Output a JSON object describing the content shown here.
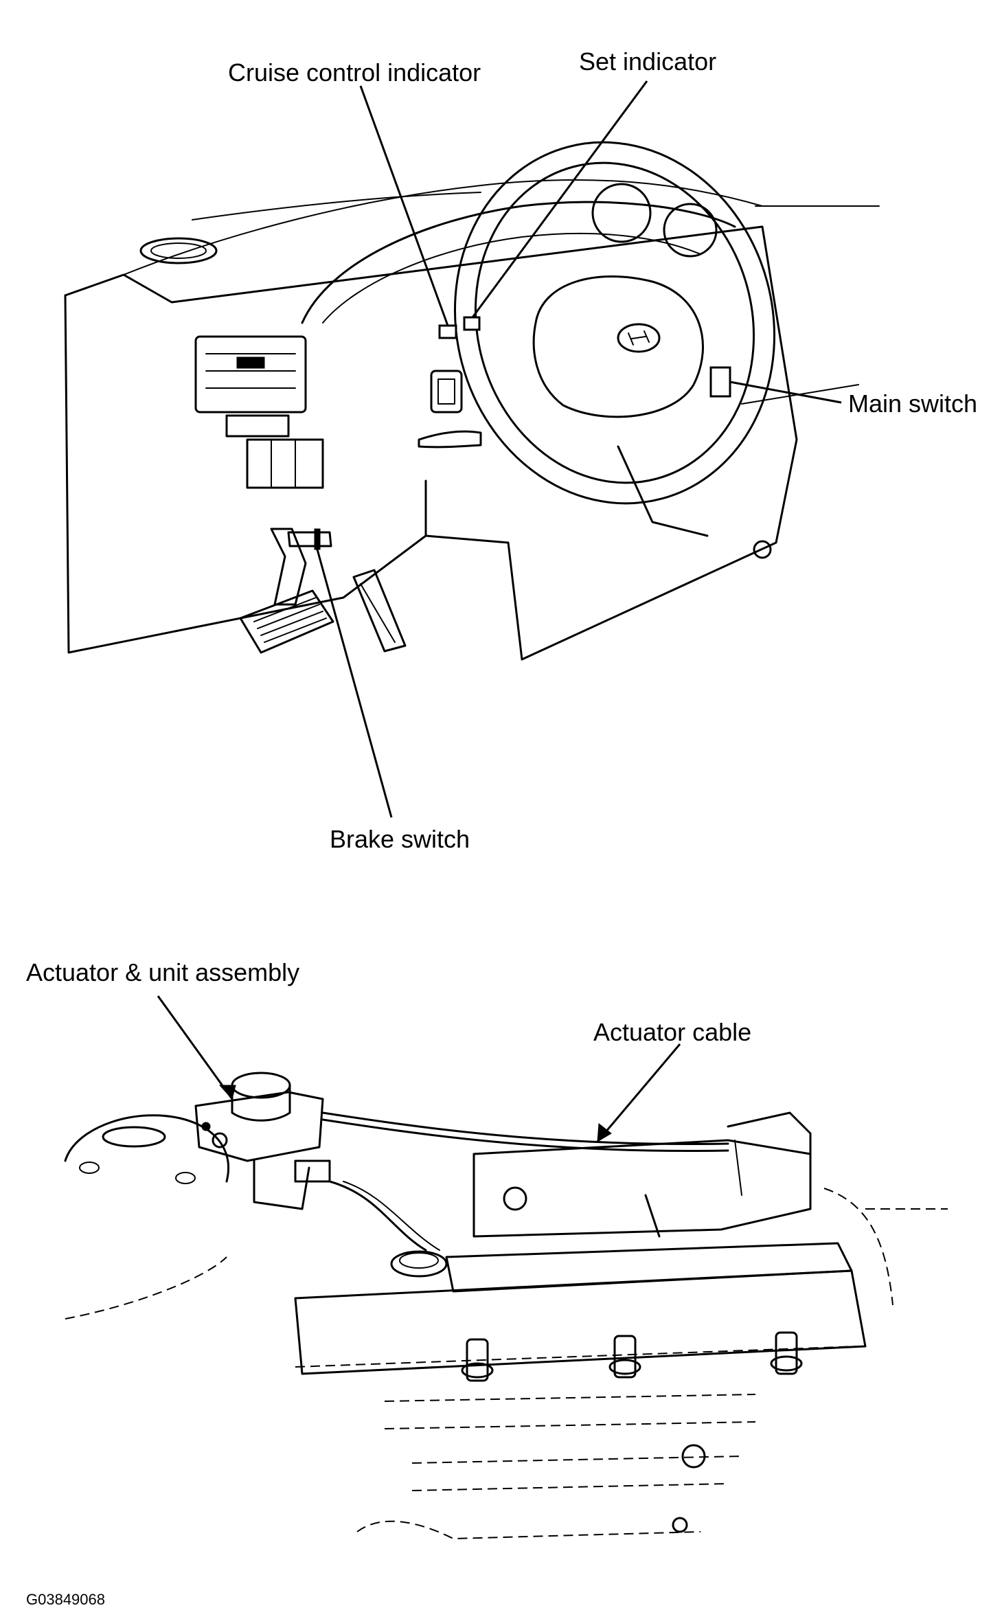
{
  "figure_id": "G03849068",
  "labels": {
    "cruise_control_indicator": "Cruise control indicator",
    "set_indicator": "Set indicator",
    "main_switch": "Main switch",
    "brake_switch": "Brake switch",
    "actuator_unit_assembly": "Actuator & unit assembly",
    "actuator_cable": "Actuator cable"
  },
  "colors": {
    "line": "#000000",
    "background": "#ffffff"
  }
}
